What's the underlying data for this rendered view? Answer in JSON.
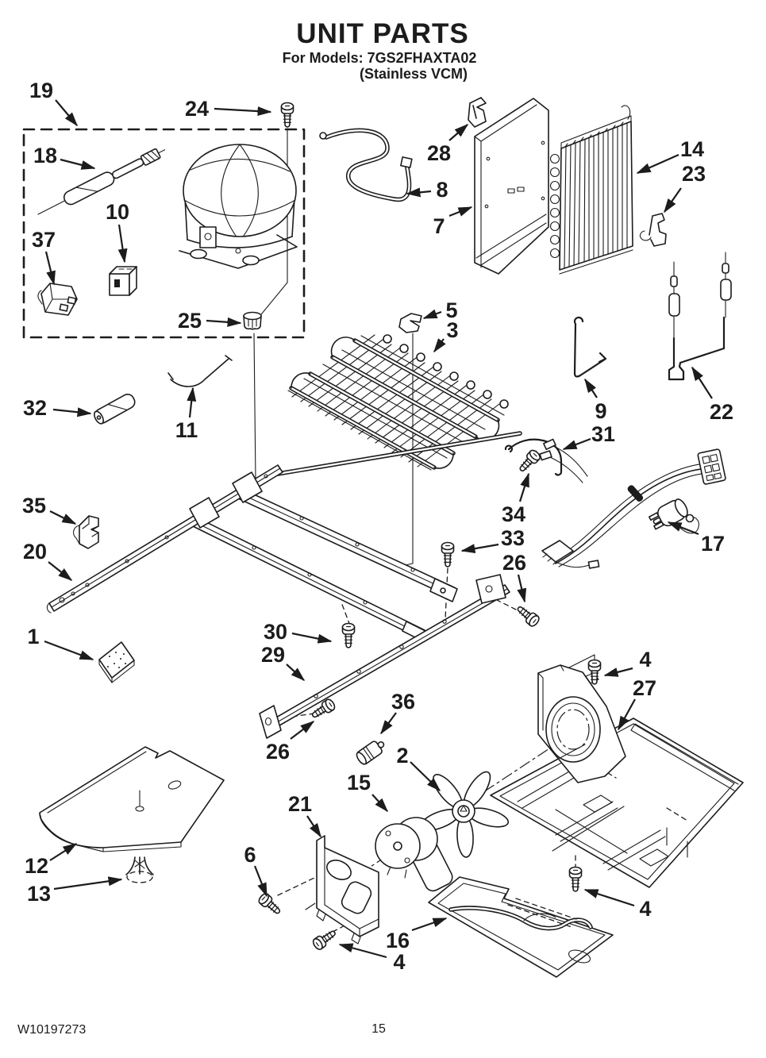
{
  "header": {
    "title": "UNIT PARTS",
    "models_line": "For Models: 7GS2FHAXTA02",
    "finish_line": "(Stainless VCM)"
  },
  "footer": {
    "doc_number": "W10197273",
    "page_number": "15"
  },
  "diagram": {
    "ink_color": "#1c1c1c",
    "paper_color": "#ffffff",
    "callouts": [
      {
        "num": "19",
        "name": "compressor-kit-box",
        "label": [
          52,
          114
        ],
        "arrow": [
          70,
          126,
          97,
          158
        ]
      },
      {
        "num": "24",
        "name": "screw",
        "label": [
          248,
          137
        ],
        "arrow": [
          270,
          137,
          341,
          141
        ]
      },
      {
        "num": "18",
        "name": "drier-heater",
        "label": [
          57,
          196
        ],
        "arrow": [
          76,
          201,
          119,
          212
        ]
      },
      {
        "num": "10",
        "name": "relay",
        "label": [
          148,
          267
        ],
        "arrow": [
          150,
          283,
          157,
          330
        ]
      },
      {
        "num": "37",
        "name": "overload-relay",
        "label": [
          55,
          302
        ],
        "arrow": [
          58,
          317,
          68,
          358
        ]
      },
      {
        "num": "25",
        "name": "grommet",
        "label": [
          239,
          404
        ],
        "arrow": [
          260,
          404,
          303,
          407
        ]
      },
      {
        "num": "28",
        "name": "clip",
        "label": [
          553,
          193
        ],
        "arrow": [
          566,
          177,
          589,
          157
        ]
      },
      {
        "num": "8",
        "name": "condenser-tube",
        "label": [
          557,
          239
        ],
        "arrow": [
          543,
          241,
          513,
          244
        ]
      },
      {
        "num": "7",
        "name": "partition-panel",
        "label": [
          553,
          285
        ],
        "arrow": [
          566,
          272,
          594,
          261
        ]
      },
      {
        "num": "14",
        "name": "condenser",
        "label": [
          872,
          188
        ],
        "arrow": [
          855,
          195,
          803,
          218
        ]
      },
      {
        "num": "23",
        "name": "clip",
        "label": [
          874,
          219
        ],
        "arrow": [
          858,
          237,
          837,
          267
        ]
      },
      {
        "num": "5",
        "name": "clip",
        "label": [
          569,
          391
        ],
        "arrow": [
          556,
          393,
          534,
          401
        ]
      },
      {
        "num": "3",
        "name": "evaporator",
        "label": [
          570,
          416
        ],
        "arrow": [
          559,
          427,
          547,
          443
        ]
      },
      {
        "num": "9",
        "name": "wire-hook",
        "label": [
          757,
          518
        ],
        "arrow": [
          752,
          501,
          737,
          478
        ]
      },
      {
        "num": "22",
        "name": "accumulator-bracket",
        "label": [
          909,
          519
        ],
        "arrow": [
          897,
          502,
          872,
          463
        ]
      },
      {
        "num": "32",
        "name": "roller",
        "label": [
          44,
          514
        ],
        "arrow": [
          67,
          516,
          114,
          521
        ]
      },
      {
        "num": "11",
        "name": "wire",
        "label": [
          235,
          542
        ],
        "arrow": [
          239,
          526,
          243,
          489
        ]
      },
      {
        "num": "31",
        "name": "wire-clip",
        "label": [
          760,
          547
        ],
        "arrow": [
          744,
          553,
          710,
          566
        ]
      },
      {
        "num": "34",
        "name": "screw",
        "label": [
          647,
          648
        ],
        "arrow": [
          655,
          632,
          666,
          597
        ]
      },
      {
        "num": "35",
        "name": "clip",
        "label": [
          43,
          637
        ],
        "arrow": [
          63,
          644,
          95,
          660
        ]
      },
      {
        "num": "33",
        "name": "screw",
        "label": [
          646,
          678
        ],
        "arrow": [
          628,
          686,
          582,
          694
        ]
      },
      {
        "num": "20",
        "name": "frame-rail",
        "label": [
          44,
          695
        ],
        "arrow": [
          61,
          708,
          90,
          731
        ]
      },
      {
        "num": "26",
        "name": "screw",
        "label": [
          648,
          709
        ],
        "arrow": [
          653,
          724,
          661,
          758
        ]
      },
      {
        "num": "17",
        "name": "wiring-harness",
        "label": [
          898,
          685
        ],
        "arrow": [
          880,
          673,
          842,
          658
        ]
      },
      {
        "num": "1",
        "name": "pad",
        "label": [
          42,
          802
        ],
        "arrow": [
          56,
          808,
          117,
          831
        ]
      },
      {
        "num": "30",
        "name": "screw",
        "label": [
          347,
          796
        ],
        "arrow": [
          368,
          798,
          417,
          808
        ]
      },
      {
        "num": "29",
        "name": "support-rail",
        "label": [
          344,
          825
        ],
        "arrow": [
          361,
          837,
          383,
          857
        ]
      },
      {
        "num": "4",
        "name": "screw",
        "label": [
          813,
          831
        ],
        "arrow": [
          797,
          842,
          762,
          851
        ]
      },
      {
        "num": "27",
        "name": "base-pan",
        "label": [
          812,
          867
        ],
        "arrow": [
          800,
          881,
          779,
          919
        ]
      },
      {
        "num": "36",
        "name": "capacitor",
        "label": [
          508,
          884
        ],
        "arrow": [
          499,
          898,
          480,
          924
        ]
      },
      {
        "num": "2",
        "name": "fan-blade",
        "label": [
          507,
          952
        ],
        "arrow": [
          517,
          960,
          554,
          996
        ]
      },
      {
        "num": "26",
        "name": "screw",
        "label": [
          350,
          947
        ],
        "arrow": [
          366,
          931,
          395,
          909
        ]
      },
      {
        "num": "15",
        "name": "fan-motor",
        "label": [
          452,
          986
        ],
        "arrow": [
          469,
          1001,
          488,
          1022
        ]
      },
      {
        "num": "21",
        "name": "motor-bracket",
        "label": [
          378,
          1013
        ],
        "arrow": [
          387,
          1028,
          404,
          1054
        ]
      },
      {
        "num": "12",
        "name": "unit-cover",
        "label": [
          46,
          1091
        ],
        "arrow": [
          63,
          1084,
          96,
          1063
        ]
      },
      {
        "num": "6",
        "name": "screw",
        "label": [
          315,
          1077
        ],
        "arrow": [
          321,
          1091,
          336,
          1129
        ]
      },
      {
        "num": "13",
        "name": "grommet",
        "label": [
          49,
          1126
        ],
        "arrow": [
          68,
          1120,
          153,
          1108
        ]
      },
      {
        "num": "16",
        "name": "drain-pan",
        "label": [
          501,
          1185
        ],
        "arrow": [
          519,
          1172,
          562,
          1157
        ]
      },
      {
        "num": "4",
        "name": "screw",
        "label": [
          503,
          1212
        ],
        "arrow": [
          487,
          1206,
          428,
          1190
        ]
      },
      {
        "num": "4",
        "name": "screw",
        "label": [
          813,
          1145
        ],
        "arrow": [
          799,
          1141,
          737,
          1121
        ]
      }
    ]
  }
}
